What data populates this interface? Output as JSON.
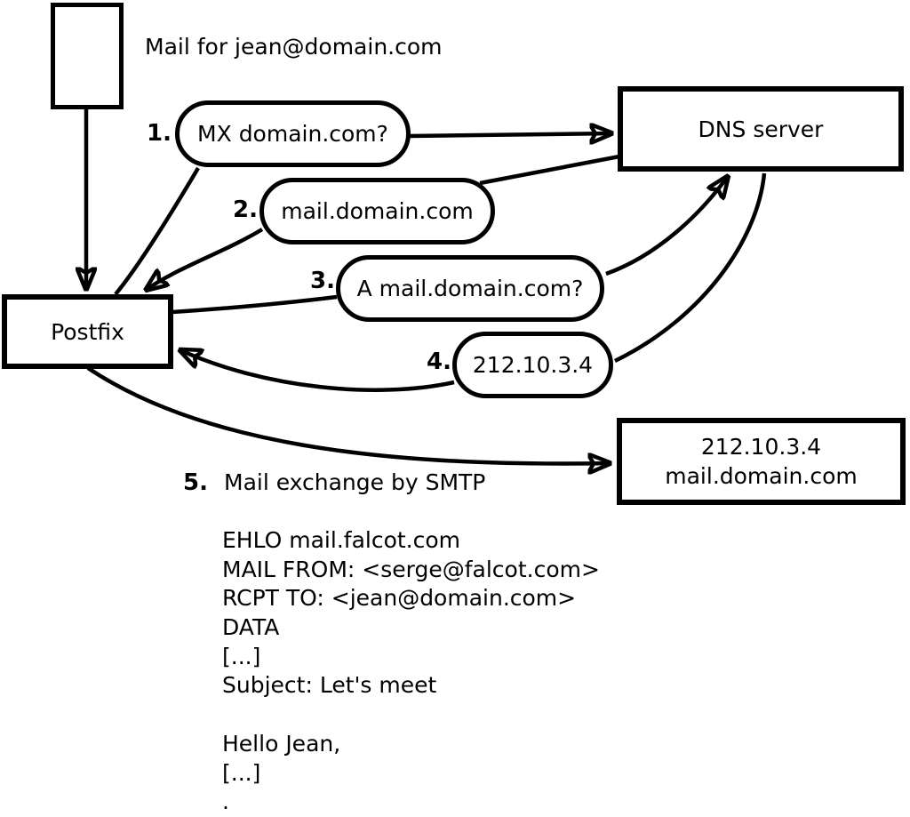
{
  "colors": {
    "ink": "#000000",
    "background": "#ffffff"
  },
  "nodes": {
    "mail_label": "Mail for jean@domain.com",
    "postfix": "Postfix",
    "dns_server": "DNS server",
    "target_server": {
      "line1": "212.10.3.4",
      "line2": "mail.domain.com"
    }
  },
  "steps": [
    {
      "num": "1.",
      "label": "MX domain.com?"
    },
    {
      "num": "2.",
      "label": "mail.domain.com"
    },
    {
      "num": "3.",
      "label": "A mail.domain.com?"
    },
    {
      "num": "4.",
      "label": "212.10.3.4"
    },
    {
      "num": "5.",
      "label": "Mail exchange by SMTP"
    }
  ],
  "smtp_session": [
    "EHLO mail.falcot.com",
    "MAIL FROM: <serge@falcot.com>",
    "RCPT TO: <jean@domain.com>",
    "DATA",
    "[...]",
    "Subject: Let's meet",
    "",
    "Hello Jean,",
    "[...]",
    "."
  ]
}
